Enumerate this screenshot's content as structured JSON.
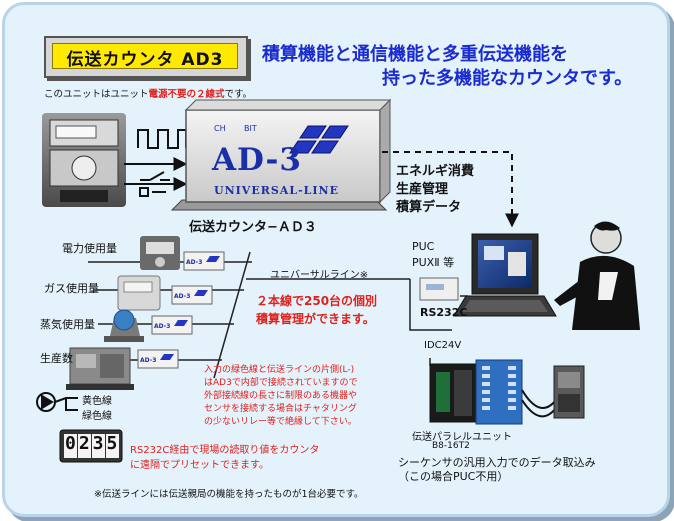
{
  "title_badge": "伝送カウンタ AD3",
  "headline": {
    "line1": "積算機能と通信機能と多重伝送機能を",
    "line2": "持った多機能なカウンタです。"
  },
  "subnote": {
    "pre": "このユニットはユニット",
    "red": "電源不要の２線式",
    "post": "です。"
  },
  "device": {
    "ch_label": "CH",
    "bit_label": "BIT",
    "model": "AD-3",
    "series": "UNIVERSAL-LINE",
    "caption": "伝送カウンタ−ＡＤ３"
  },
  "functions": [
    "エネルギ消費",
    "生産管理",
    "積算データ"
  ],
  "inputs": [
    "電力使用量",
    "ガス使用量",
    "蒸気使用量",
    "生産数"
  ],
  "mini_device_label": "AD-3",
  "lamps": [
    "黄色線",
    "緑色線"
  ],
  "universal_line": "ユニバーサルライン※",
  "red_note1": [
    "２本線で250台の個別",
    "積算管理ができます。"
  ],
  "pc": {
    "labels": [
      "PUC",
      "PUXⅡ 等"
    ],
    "rs232c": "RS232C"
  },
  "dc24v": "ⅠDC24V",
  "red_note2": [
    "入力の緑色線と伝送ラインの片側(L-)",
    "はAD3で内部で接続されていますので",
    "外部接続線の長さに制限のある機器や",
    "センサを接続する場合はチャタリング",
    "の少ないリレー等で絶縁して下さい。"
  ],
  "counter_digits": "0235",
  "red_note3": [
    "RS232C経由で現場の読取り値をカウンタ",
    "に遠隔でプリセットできます。"
  ],
  "parallel": {
    "name": "伝送パラレルユニット",
    "model": "B8-16T2",
    "desc": "シーケンサの汎用入力でのデータ取込み",
    "paren": "（この場合PUC不用）"
  },
  "footnote": "※伝送ラインには伝送親局の機能を持ったものが1台必要です。",
  "colors": {
    "background": "#e4f2fb",
    "border": "#b8d4ec",
    "badge_yellow": "#ffe900",
    "headline_blue": "#1a2cd0",
    "note_red": "#e0201c",
    "device_blue": "#1a2ea8"
  }
}
